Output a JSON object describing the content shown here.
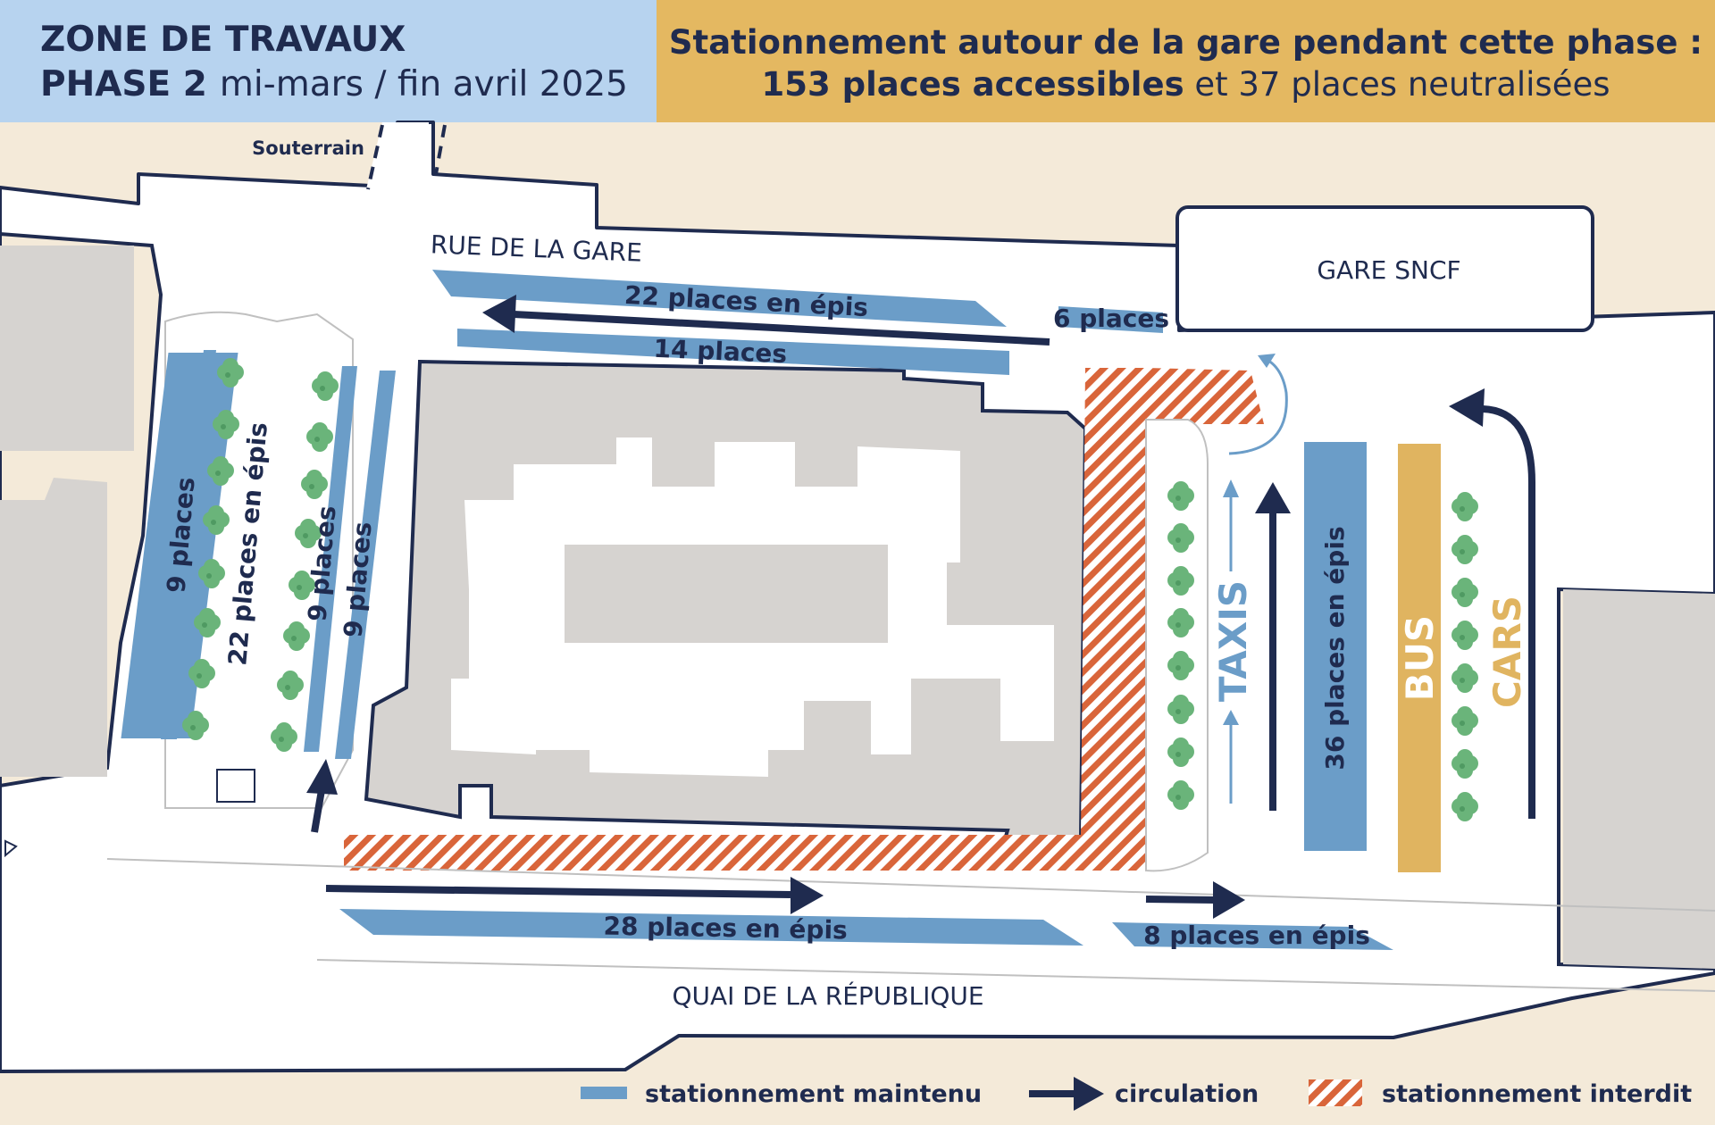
{
  "header": {
    "title": "ZONE DE TRAVAUX",
    "phase_label": "PHASE 2",
    "phase_dates": "mi-mars / fin avril 2025",
    "summary_line1": "Stationnement autour de la gare pendant cette phase :",
    "summary_accessible": "153 places accessibles",
    "summary_rest": "et 37 places neutralisées"
  },
  "streets": {
    "souterrain": "Souterrain",
    "rue_gare": "RUE DE LA GARE",
    "quai": "QUAI DE LA RÉPUBLIQUE",
    "gare": "GARE SNCF"
  },
  "parking": {
    "p22_top": "22 places en épis",
    "p6": "6 places",
    "p14": "14 places",
    "p9_a": "9 places",
    "p22_left": "22 places en épis",
    "p9_b": "9 places",
    "p9_c": "9 places",
    "p28": "28 places en épis",
    "p8": "8 places en épis",
    "p36": "36 places en épis"
  },
  "lanes": {
    "taxis": "TAXIS",
    "bus": "BUS",
    "cars": "CARS"
  },
  "legend": {
    "maintained": "stationnement maintenu",
    "circulation": "circulation",
    "forbidden": "stationnement interdit"
  },
  "colors": {
    "header_left": "#b7d3ef",
    "header_right": "#e4b861",
    "parking_blue": "#6b9dc8",
    "navy": "#1f2b4f",
    "building_grey": "#d6d3d0",
    "hatch_orange": "#d9653a",
    "tree_green": "#6ab47a",
    "bus_gold": "#e0b460"
  }
}
